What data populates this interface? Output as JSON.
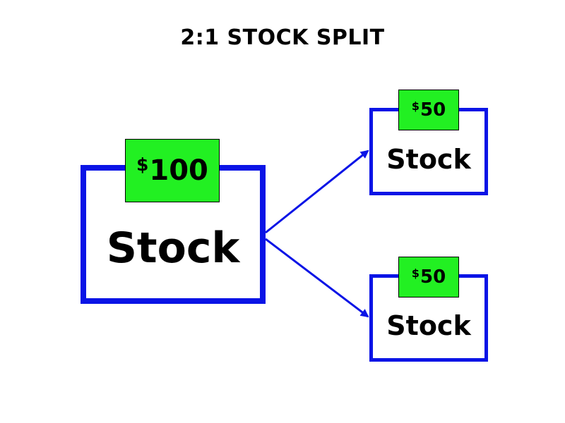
{
  "title": "2:1 STOCK SPLIT",
  "colors": {
    "box_border": "#0a14e6",
    "price_tag_fill": "#22f022",
    "arrow": "#0a14e6"
  },
  "original": {
    "label": "Stock",
    "price_symbol": "$",
    "price_value": "100"
  },
  "split_shares": [
    {
      "label": "Stock",
      "price_symbol": "$",
      "price_value": "50"
    },
    {
      "label": "Stock",
      "price_symbol": "$",
      "price_value": "50"
    }
  ]
}
